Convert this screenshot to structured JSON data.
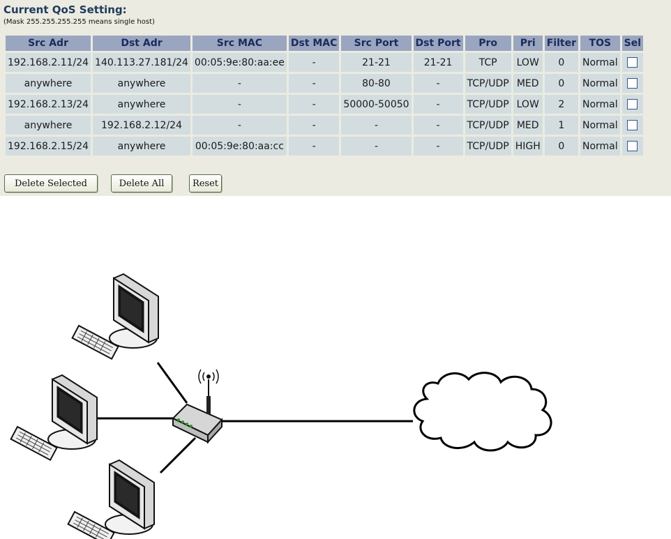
{
  "qos": {
    "title": "Current QoS Setting:",
    "note": "(Mask 255.255.255.255 means single host)",
    "columns": [
      "Src Adr",
      "Dst Adr",
      "Src MAC",
      "Dst MAC",
      "Src Port",
      "Dst Port",
      "Pro",
      "Pri",
      "Filter",
      "TOS",
      "Sel"
    ],
    "rows": [
      [
        "192.168.2.11/24",
        "140.113.27.181/24",
        "00:05:9e:80:aa:ee",
        "-",
        "21-21",
        "21-21",
        "TCP",
        "LOW",
        "0",
        "Normal"
      ],
      [
        "anywhere",
        "anywhere",
        "-",
        "-",
        "80-80",
        "-",
        "TCP/UDP",
        "MED",
        "0",
        "Normal"
      ],
      [
        "192.168.2.13/24",
        "anywhere",
        "-",
        "-",
        "50000-50050",
        "-",
        "TCP/UDP",
        "LOW",
        "2",
        "Normal"
      ],
      [
        "anywhere",
        "192.168.2.12/24",
        "-",
        "-",
        "-",
        "-",
        "TCP/UDP",
        "MED",
        "1",
        "Normal"
      ],
      [
        "192.168.2.15/24",
        "anywhere",
        "00:05:9e:80:aa:cc",
        "-",
        "-",
        "-",
        "TCP/UDP",
        "HIGH",
        "0",
        "Normal"
      ]
    ],
    "buttons": {
      "delete_selected": "Delete Selected",
      "delete_all": "Delete All",
      "reset": "Reset"
    }
  },
  "diagram": {
    "devices": [
      "computer-icon",
      "computer-icon",
      "computer-icon",
      "wireless-router-icon",
      "internet-cloud-icon"
    ]
  }
}
